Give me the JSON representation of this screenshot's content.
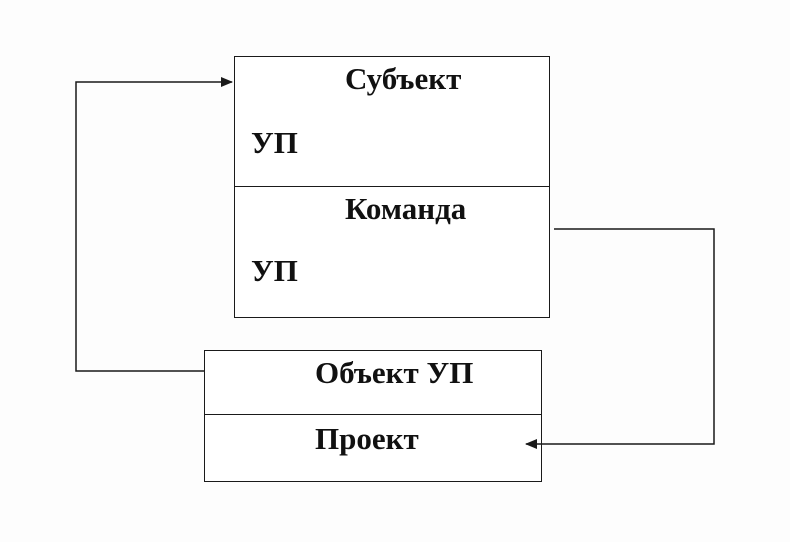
{
  "diagram": {
    "subject_box": {
      "title": "Субъект",
      "sub": "УП"
    },
    "team_box": {
      "title": "Команда",
      "sub": "УП"
    },
    "object_box": {
      "title": "Объект УП",
      "sub": "Проект"
    },
    "colors": {
      "line": "#1a1a1a",
      "text": "#111111",
      "background": "#ffffff"
    }
  }
}
